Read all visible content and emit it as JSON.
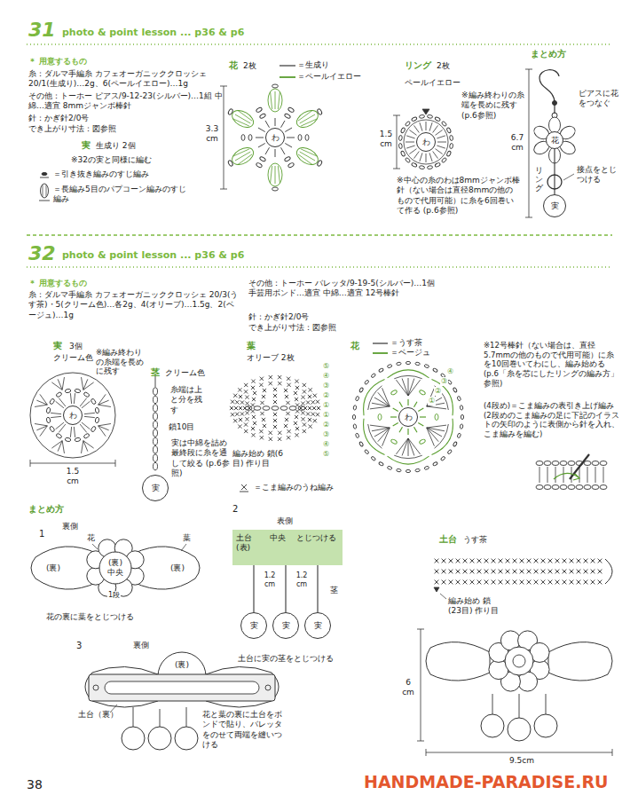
{
  "diagram": {
    "nodes": [
      {
        "text": [
          "わ"
        ]
      },
      {
        "text": [
          "わ"
        ]
      },
      {
        "text": [
          "花"
        ]
      },
      {
        "text": [
          "実"
        ]
      },
      {
        "text": [
          "わ"
        ]
      },
      {
        "text": [
          "実"
        ]
      },
      {
        "text": [
          "わ"
        ]
      },
      {
        "text": [
          "(裏)"
        ]
      },
      {
        "text": [
          "(裏)",
          "中央"
        ]
      },
      {
        "text": [
          "(裏)"
        ]
      },
      {
        "text": [
          "土台 (表)",
          "中央",
          "とじつける"
        ]
      },
      {
        "text": [
          "実"
        ]
      },
      {
        "text": [
          "実"
        ]
      },
      {
        "text": [
          "実"
        ]
      },
      {
        "text": [
          "(裏)"
        ]
      }
    ],
    "edges": [
      {
        "from": 2,
        "to": 3,
        "arrow": "none"
      },
      {
        "from": 10,
        "to": 11,
        "arrow": "none"
      },
      {
        "from": 10,
        "to": 12,
        "arrow": "none"
      },
      {
        "from": 10,
        "to": 13,
        "arrow": "none"
      }
    ],
    "labels": [
      "31",
      "photo & point lesson ... p36 & p6",
      "＊ 用意するもの",
      "糸：ダルマ手編糸 カフェオーガニッククロッシェ 20/1(生成り)…2g、6(ペールイエロー)…1g",
      "その他：トーホー ピアス/9-12-23(シルバー)…1組 中綿…適宜 8mmジャンボ棒針",
      "針：かぎ針2/0号",
      "でき上がり寸法：図参照",
      "実",
      "生成り 2個",
      "※32の実と同様に編む",
      "＝引き抜き編みのすじ編み",
      "＝長編み5目のパプコーン編みのすじ編み",
      "花",
      "2枚",
      "3.3 cm",
      "リング",
      "2枚",
      "ペールイエロー",
      "※編み終わりの糸端を長めに残す (p.6参照)",
      "1.5 cm",
      "※中心の糸のわは8mmジャンボ棒針（ない場合は直径8mmの他のもので代用可能）に糸を6回巻いて作る (p.6参照)",
      "まとめ方",
      "ピアスに花をつなぐ",
      "6.7 cm",
      "リング",
      "接点をとじつける",
      "32",
      "photo & point lesson ... p36 & p6",
      "＊ 用意するもの",
      "糸：ダルマ手編糸 カフェオーガニッククロッシェ 20/3(うす茶)・5(クリーム色)…各2g、4(オリーブ)…1.5g、2(ベージュ)…1g",
      "その他：トーホー バレッタ/9-19-5(シルバー)…1個 手芸用ボンド…適宜 中綿…適宜 12号棒針",
      "針：かぎ針2/0号",
      "でき上がり寸法：図参照",
      "実",
      "3個",
      "クリーム色",
      "※編み終わりの糸端を長めに残す",
      "1.5 cm",
      "茎",
      "クリーム色",
      "糸端は上と分を残す",
      "鎖10目",
      "実は中綿を詰め最終段に糸を通して絞る (p.6参照)",
      "葉",
      "オリーブ 2枚",
      "⑤",
      "④",
      "③",
      "②",
      "①",
      "①",
      "②",
      "③",
      "④",
      "⑤",
      "編み始め 鎖(6目) 作り目",
      "＝こま編みのうね編み",
      "花",
      "※12号棒針（ない場合は、直径5.7mmの他のもので代用可能）に糸を10回巻いてわにし、編み始める (p.6「糸を芯にしたリングの編み方」参照)",
      "(4段め)＝こま編みの表引き上げ編み (2段めのこま編みの足に下記のイラストの矢印のように表側から針を入れ、こま編みを編む)",
      "④",
      "③",
      "②",
      "①",
      "まとめ方",
      "1",
      "裏側",
      "花",
      "葉",
      "1段",
      "花の裏に葉をとじつける",
      "2",
      "表側",
      "1.2 cm",
      "1.2 cm",
      "茎",
      "土台に実の茎をとじつける",
      "3",
      "裏側",
      "土台（裏）",
      "花と葉の裏に土台をボンドで貼り、バレッタをのせて両端を縫いつける",
      "土台",
      "うす茶",
      "編み始め 鎖(23目) 作り目",
      "6 cm",
      "9.5cm",
      "38",
      "HANDMADE-PARADISE.RU"
    ],
    "legend": [
      {
        "text": "＝生成り"
      },
      {
        "text": "＝ペールイエロー"
      },
      {
        "text": "＝うす茶"
      },
      {
        "text": "＝ベージュ"
      }
    ]
  }
}
